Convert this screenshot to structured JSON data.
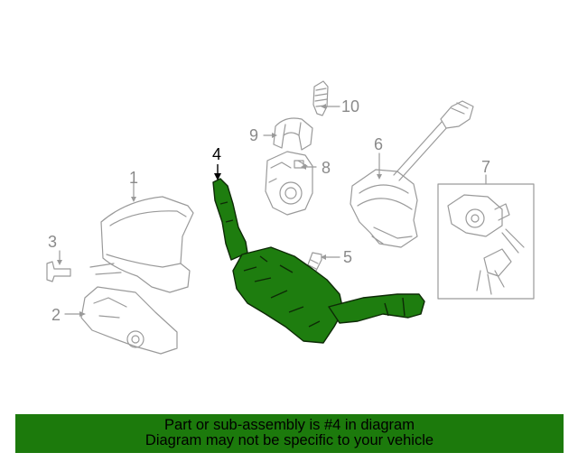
{
  "callouts": {
    "c1": "1",
    "c2": "2",
    "c3": "3",
    "c4": "4",
    "c5": "5",
    "c6": "6",
    "c7": "7",
    "c8": "8",
    "c9": "9",
    "c10": "10"
  },
  "highlight_part": "4",
  "colors": {
    "highlight_fill": "#1e7d0f",
    "banner_bg": "#1c7a0c",
    "line_gray": "#9a9a9a"
  },
  "banner": {
    "line1": "Part or sub-assembly is #4 in diagram",
    "line2": "Diagram may not be specific to your vehicle"
  }
}
